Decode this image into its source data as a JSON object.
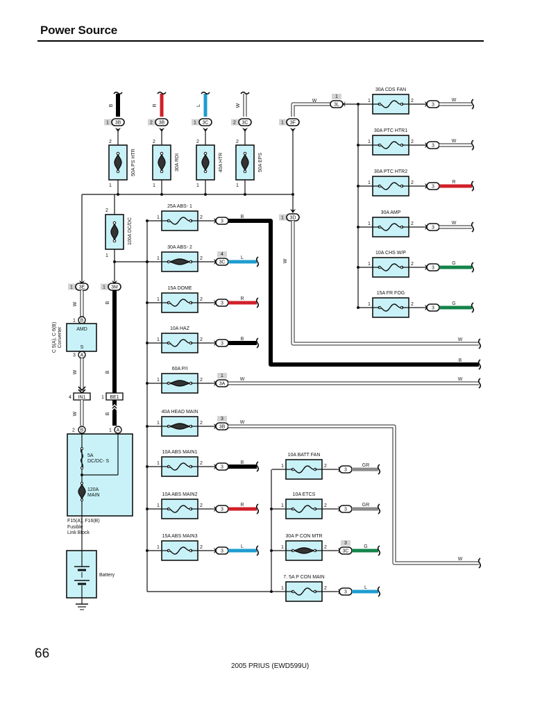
{
  "header": {
    "title": "Power Source"
  },
  "footer": {
    "page_number": "66",
    "document": "2005 PRIUS (EWD599U)"
  },
  "colors": {
    "fuse_fill": "#c8f2f8",
    "wire_B": "#000000",
    "wire_R": "#d0202a",
    "wire_L": "#1e9ccf",
    "wire_G": "#14844a",
    "wire_GR": "#8a8a8a",
    "wire_W": "#ffffff",
    "connector_tag_bg": "#d4d4d4"
  },
  "top_fusible_links": [
    {
      "label": "50A PS HTR",
      "wire": "B",
      "connector": "3B",
      "conn_pin": "1",
      "pin_top": "2",
      "pin_bottom": "1"
    },
    {
      "label": "30A RDI",
      "wire": "R",
      "connector": "3B",
      "conn_pin": "2",
      "pin_top": "2",
      "pin_bottom": "1"
    },
    {
      "label": "40A HTR",
      "wire": "L",
      "connector": "3C",
      "conn_pin": "1",
      "pin_top": "2",
      "pin_bottom": "1"
    },
    {
      "label": "50A EPS",
      "wire": "W",
      "connector": "3C",
      "conn_pin": "2",
      "pin_top": "2",
      "pin_bottom": "1"
    }
  ],
  "bus_connectors": {
    "c3F": {
      "pin": "1",
      "name": "3F"
    },
    "c3L": {
      "pin": "1",
      "name": "3L",
      "wire": "W"
    },
    "c3D": {
      "pin": "1",
      "name": "3D",
      "wire": "W"
    },
    "c3E": {
      "pin": "1",
      "name": "3E",
      "wire": "W"
    },
    "c3M": {
      "pin": "1",
      "name": "3M",
      "wire": "B"
    }
  },
  "dcdc_link": {
    "label": "100A DC/DC",
    "pin_top": "2",
    "pin_bottom": "1"
  },
  "right_fuses": [
    {
      "label": "30A CDS FAN",
      "connector": "3",
      "wire": "W"
    },
    {
      "label": "30A PTC HTR1",
      "connector": "3",
      "wire": "W"
    },
    {
      "label": "30A PTC HTR2",
      "connector": "3",
      "wire": "R"
    },
    {
      "label": "30A AMP",
      "connector": "3",
      "wire": "W"
    },
    {
      "label": "10A CHS W/P",
      "connector": "3",
      "wire": "G"
    },
    {
      "label": "15A FR FOG",
      "connector": "3",
      "wire": "G"
    }
  ],
  "middle_fuses": [
    {
      "label": "25A ABS- 1",
      "connector": "3",
      "wire": "B",
      "type": "fuse"
    },
    {
      "label": "30A ABS- 2",
      "connector": "3C",
      "conn_pin": "4",
      "wire": "L",
      "type": "link"
    },
    {
      "label": "15A DOME",
      "connector": "3",
      "wire": "R",
      "type": "fuse"
    },
    {
      "label": "10A HAZ",
      "connector": "3",
      "wire": "B",
      "type": "fuse"
    },
    {
      "label": "60A P/I",
      "connector": "3A",
      "conn_pin": "1",
      "wire": "W",
      "type": "link"
    },
    {
      "label": "40A HEAD MAIN",
      "connector": "3B",
      "conn_pin": "3",
      "wire": "W",
      "type": "link"
    },
    {
      "label": "10A ABS MAIN1",
      "connector": "3",
      "wire": "B",
      "type": "fuse"
    },
    {
      "label": "10A ABS MAIN2",
      "connector": "3",
      "wire": "R",
      "type": "fuse"
    },
    {
      "label": "15A ABS MAIN3",
      "connector": "3",
      "wire": "L",
      "type": "fuse"
    }
  ],
  "lower_right_fuses": [
    {
      "label": "10A BATT FAN",
      "connector": "3",
      "wire": "GR",
      "type": "fuse"
    },
    {
      "label": "10A ETCS",
      "connector": "3",
      "wire": "GR",
      "type": "fuse"
    },
    {
      "label": "30A P CON MTR",
      "connector": "3C",
      "conn_pin": "3",
      "wire": "G",
      "type": "link"
    },
    {
      "label": "7. 5A P CON MAIN",
      "connector": "3",
      "wire": "L",
      "type": "fuse"
    }
  ],
  "pass_through_wires": [
    {
      "wire": "W"
    },
    {
      "wire": "B"
    },
    {
      "wire": "W"
    },
    {
      "wire": "W"
    }
  ],
  "converter": {
    "name_line1": "C 5(A), C 6(B)",
    "name_line2": "Converter",
    "inner_top": "AMD",
    "inner_bottom": "S",
    "pin_in": "1",
    "pin_in_tag": "B",
    "pin_out": "3",
    "pin_out_tag": "A",
    "wire_above": "W",
    "wire_below": "W"
  },
  "junctions": {
    "IN1": {
      "pin": "4",
      "name": "IN1",
      "wire": "W"
    },
    "BE1": {
      "pin": "1",
      "name": "BE1",
      "wire": "B"
    }
  },
  "fusible_link_block": {
    "name_line1": "F15(A), F16(B)",
    "name_line2": "Fusible",
    "name_line3": "Link Block",
    "pin_b": "2",
    "pin_b_tag": "B",
    "pin_a": "1",
    "pin_a_tag": "A",
    "fuse1_line1": "5A",
    "fuse1_line2": "DC/DC- S",
    "fuse2_line1": "120A",
    "fuse2_line2": "MAIN"
  },
  "battery": {
    "label": "Battery"
  },
  "pin_labels": {
    "in": "1",
    "out": "2"
  }
}
